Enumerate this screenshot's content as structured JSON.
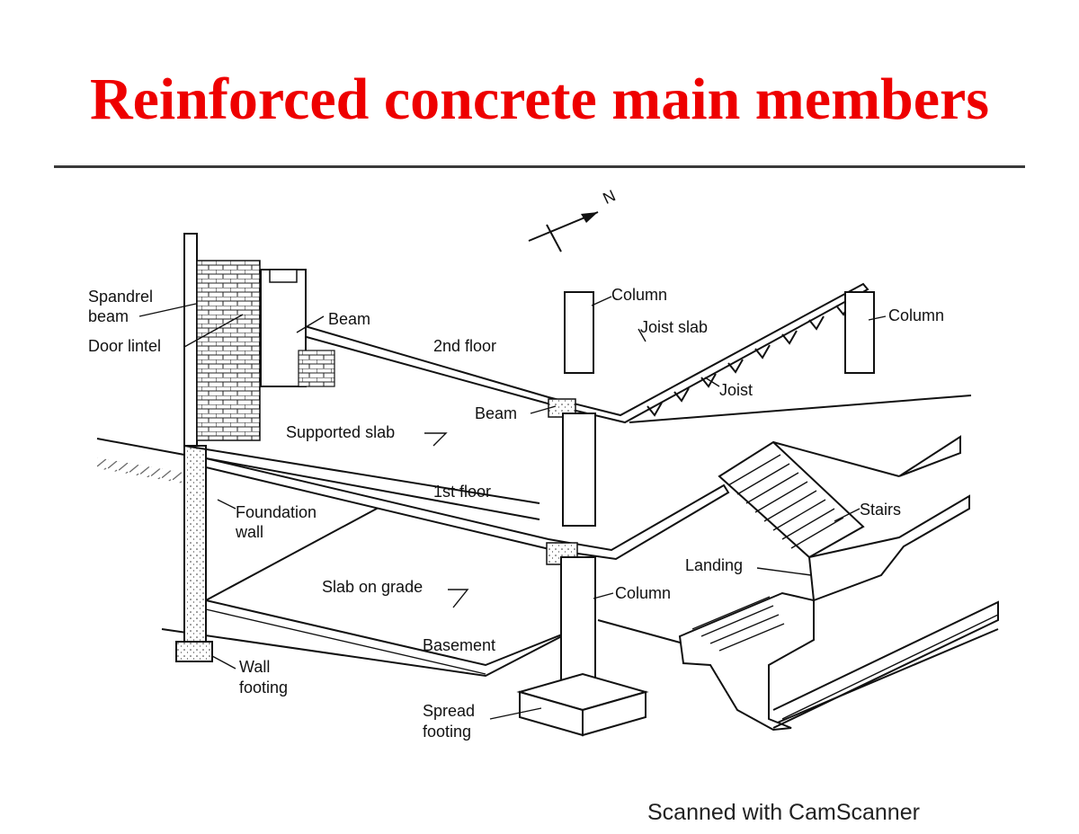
{
  "title": "Reinforced concrete main members",
  "title_color": "#ee0000",
  "compass_letter": "N",
  "labels": {
    "spandrel_beam_1": "Spandrel",
    "spandrel_beam_2": "beam",
    "door_lintel": "Door lintel",
    "beam_upper": "Beam",
    "second_floor": "2nd floor",
    "column_top": "Column",
    "joist_slab": "Joist slab",
    "column_right": "Column",
    "joist": "Joist",
    "beam_mid": "Beam",
    "supported_slab": "Supported slab",
    "first_floor": "1st floor",
    "foundation_wall_1": "Foundation",
    "foundation_wall_2": "wall",
    "stairs": "Stairs",
    "landing": "Landing",
    "slab_on_grade": "Slab on grade",
    "column_lower": "Column",
    "basement": "Basement",
    "wall_footing_1": "Wall",
    "wall_footing_2": "footing",
    "spread_footing_1": "Spread",
    "spread_footing_2": "footing"
  },
  "watermark": "Scanned with CamScanner"
}
